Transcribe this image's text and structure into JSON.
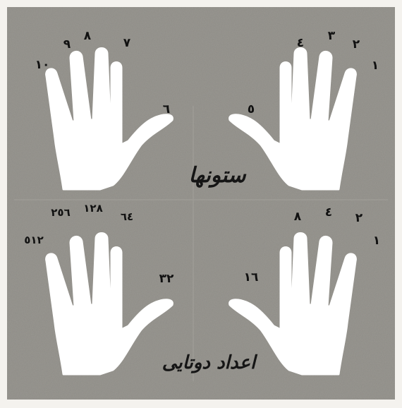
{
  "colors": {
    "background": "#8e8c86",
    "hand": "#ffffff",
    "ink": "#111111",
    "frame": "#f4f2ee"
  },
  "top_caption": "ستونها",
  "bottom_caption": "اعداد دوتایی",
  "hands": {
    "top_left": {
      "fingers": [
        "١٠",
        "٩",
        "٨",
        "٧"
      ],
      "thumb": "٦"
    },
    "top_right": {
      "fingers": [
        "٤",
        "٣",
        "٢",
        "١"
      ],
      "thumb": "٥"
    },
    "bottom_left": {
      "fingers": [
        "٥١٢",
        "٢٥٦",
        "١٢٨",
        "٦٤"
      ],
      "thumb": "٣٢"
    },
    "bottom_right": {
      "fingers": [
        "٨",
        "٤",
        "٢",
        "١"
      ],
      "thumb": "١٦"
    }
  }
}
